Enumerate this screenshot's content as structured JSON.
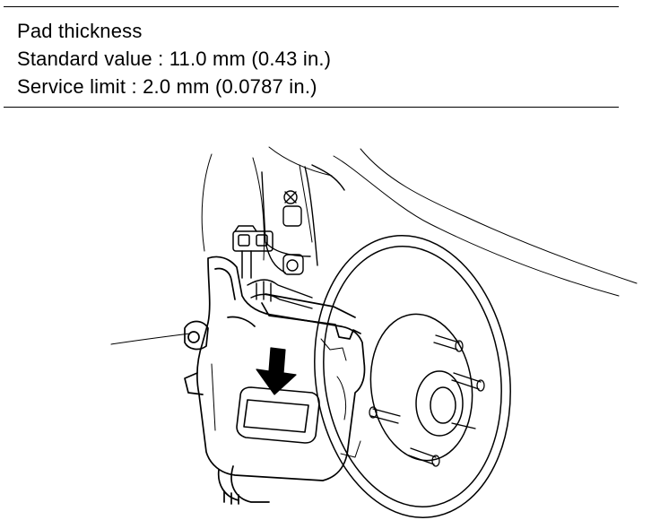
{
  "spec": {
    "title": "Pad thickness",
    "standard_value": "Standard value : 11.0 mm (0.43 in.)",
    "service_limit": "Service limit : 2.0 mm (0.0787 in.)"
  },
  "figure": {
    "illustration": "brake-caliper-illustration",
    "arrow_direction": "down"
  }
}
